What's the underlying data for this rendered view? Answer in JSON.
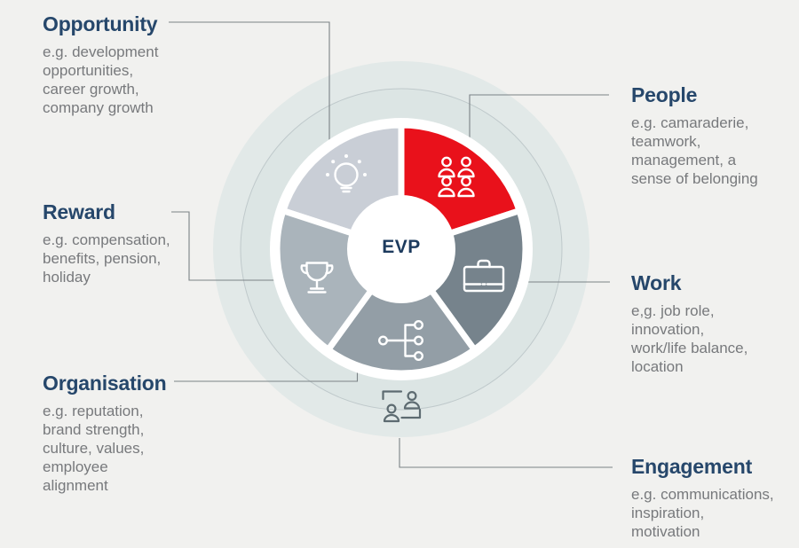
{
  "page": {
    "background_color": "#f1f1ef"
  },
  "wheel": {
    "center_label": "EVP",
    "colors": {
      "heading_text": "#26476b",
      "body_text": "#77797c",
      "connector_line": "#7b8286",
      "outer_halo": "#e2e9e8",
      "inner_halo": "#dce5e4",
      "halo_ring_line": "#bfc9cb",
      "hub_and_gaps": "#ffffff"
    },
    "segments": [
      {
        "name": "Opportunity",
        "color": "#c9ced6",
        "icon": "lightbulb-icon"
      },
      {
        "name": "People",
        "color": "#e9111b",
        "icon": "people-group-icon"
      },
      {
        "name": "Work",
        "color": "#76838c",
        "icon": "briefcase-icon"
      },
      {
        "name": "Organisation",
        "color": "#939ea6",
        "icon": "org-network-icon"
      },
      {
        "name": "Reward",
        "color": "#aab4bb",
        "icon": "trophy-icon"
      }
    ],
    "outer_icon": {
      "name": "Engagement",
      "icon": "engagement-people-icon",
      "color": "#5d6b71"
    }
  },
  "labels": {
    "opportunity": {
      "title": "Opportunity",
      "desc": "e.g. development\nopportunities,\ncareer growth,\ncompany growth"
    },
    "people": {
      "title": "People",
      "desc": "e.g. camaraderie,\nteamwork,\nmanagement, a\nsense of belonging"
    },
    "reward": {
      "title": "Reward",
      "desc": "e.g. compensation,\nbenefits, pension,\nholiday"
    },
    "work": {
      "title": "Work",
      "desc": "e,g. job role,\ninnovation,\nwork/life balance,\nlocation"
    },
    "organisation": {
      "title": "Organisation",
      "desc": "e.g. reputation,\nbrand strength,\nculture, values,\nemployee\nalignment"
    },
    "engagement": {
      "title": "Engagement",
      "desc": "e.g. communications,\ninspiration,\nmotivation"
    }
  }
}
